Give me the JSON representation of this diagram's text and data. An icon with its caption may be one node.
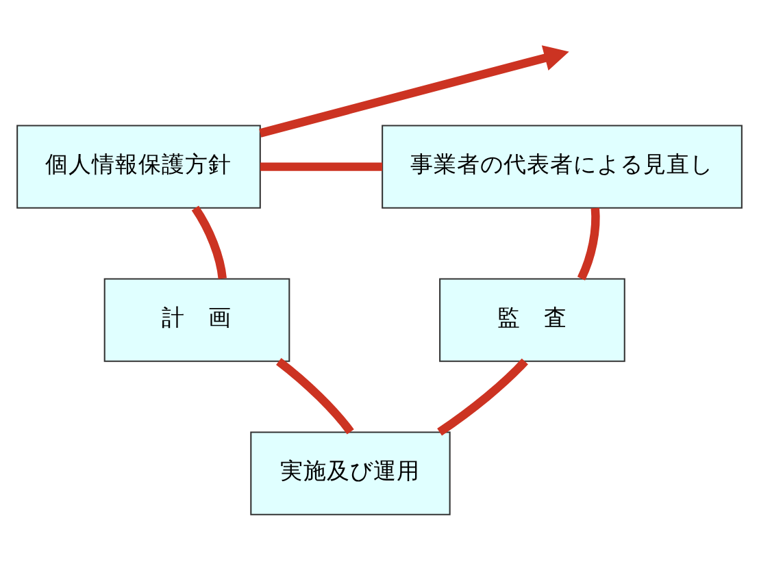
{
  "diagram": {
    "nodes": [
      {
        "text": [
          "個人情報保護方針"
        ]
      },
      {
        "text": [
          "計　画"
        ]
      },
      {
        "text": [
          "実施及び運用"
        ]
      },
      {
        "text": [
          "監　査"
        ]
      },
      {
        "text": [
          "事業者の代表者による見直し"
        ]
      }
    ],
    "edges": [
      {
        "from": 0,
        "to": 1,
        "arrow": "none"
      },
      {
        "from": 1,
        "to": 2,
        "arrow": "none"
      },
      {
        "from": 2,
        "to": 3,
        "arrow": "none"
      },
      {
        "from": 3,
        "to": 4,
        "arrow": "none"
      },
      {
        "from": 4,
        "to": 0,
        "arrow": "none"
      },
      {
        "from": 0,
        "to": null,
        "arrow": "to"
      }
    ]
  }
}
